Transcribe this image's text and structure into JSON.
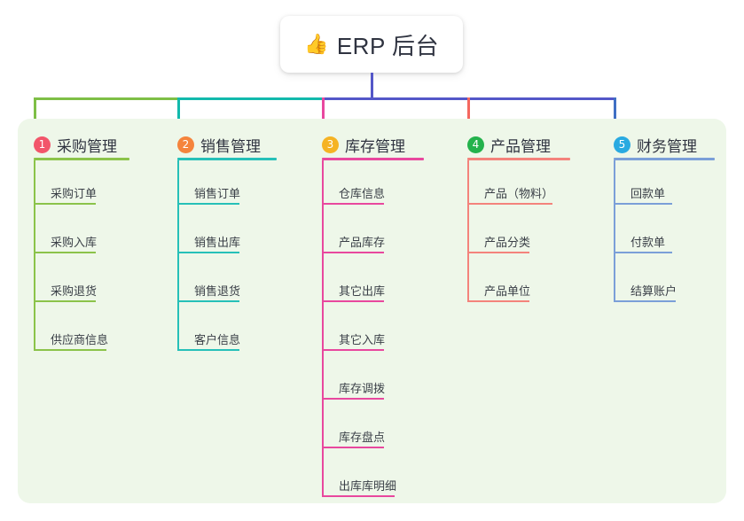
{
  "root": {
    "emoji": "👍",
    "label": "ERP 后台",
    "stem_color": "#5457c8"
  },
  "panel": {
    "background": "#eef7e9"
  },
  "connector": {
    "segments": [
      {
        "name": "green-left",
        "color": "#7ebf46"
      },
      {
        "name": "teal-mid",
        "color": "#12b9ac"
      },
      {
        "name": "purple-right",
        "color": "#5457c8"
      }
    ],
    "drops": [
      {
        "name": "drop-col1",
        "color": "#7ebf46"
      },
      {
        "name": "drop-col2",
        "color": "#12b9ac"
      },
      {
        "name": "drop-col3",
        "color": "#e8489e"
      },
      {
        "name": "drop-col4",
        "color": "#f4675f"
      },
      {
        "name": "drop-col5",
        "color": "#3f6fc4"
      }
    ]
  },
  "columns": [
    {
      "number": "1",
      "title": "采购管理",
      "badge_color": "#f2556a",
      "line_color": "#8bc34a",
      "items": [
        "采购订单",
        "采购入库",
        "采购退货",
        "供应商信息"
      ]
    },
    {
      "number": "2",
      "title": "销售管理",
      "badge_color": "#f5843c",
      "line_color": "#26c0b8",
      "items": [
        "销售订单",
        "销售出库",
        "销售退货",
        "客户信息"
      ]
    },
    {
      "number": "3",
      "title": "库存管理",
      "badge_color": "#f5b324",
      "line_color": "#e8489e",
      "items": [
        "仓库信息",
        "产品库存",
        "其它出库",
        "其它入库",
        "库存调拨",
        "库存盘点",
        "出库库明细"
      ]
    },
    {
      "number": "4",
      "title": "产品管理",
      "badge_color": "#24b24c",
      "line_color": "#f4837c",
      "items": [
        "产品（物料）",
        "产品分类",
        "产品单位"
      ]
    },
    {
      "number": "5",
      "title": "财务管理",
      "badge_color": "#29aae1",
      "line_color": "#7b9fd8",
      "items": [
        "回款单",
        "付款单",
        "结算账户"
      ]
    }
  ]
}
